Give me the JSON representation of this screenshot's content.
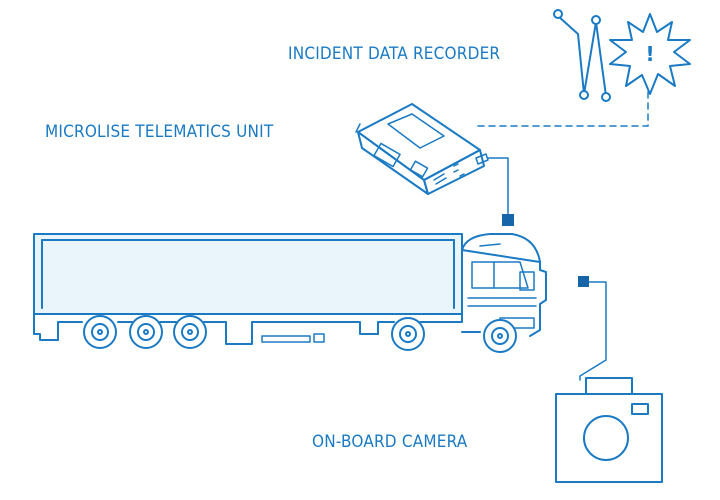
{
  "diagram": {
    "labels": {
      "incident_data_recorder": "INCIDENT DATA RECORDER",
      "telematics_unit": "MICROLISE TELEMATICS UNIT",
      "onboard_camera": "ON-BOARD CAMERA"
    },
    "alert_symbol": "!",
    "colors": {
      "line": "#1a7ac4",
      "connector": "#1565a8",
      "fill_light": "#eaf4fb",
      "background": "#ffffff"
    }
  }
}
